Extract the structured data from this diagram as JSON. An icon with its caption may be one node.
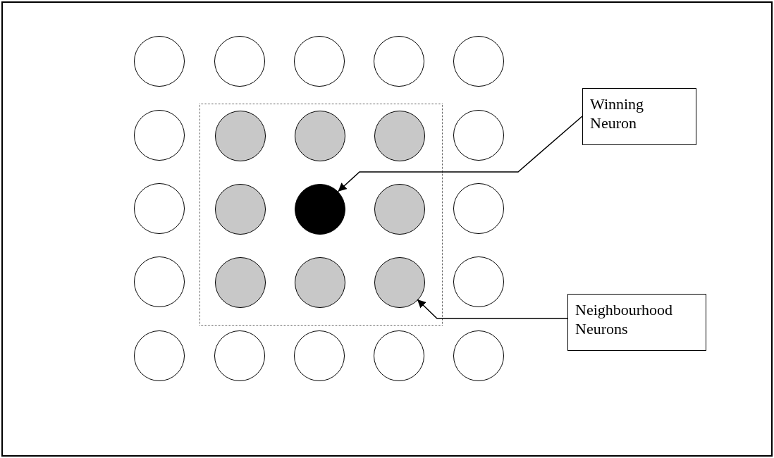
{
  "diagram": {
    "nodes": [
      {
        "text": [],
        "shape": "box"
      },
      {
        "text": [],
        "shape": "circle"
      },
      {
        "text": [],
        "shape": "circle"
      },
      {
        "text": [],
        "shape": "circle"
      },
      {
        "text": [],
        "shape": "circle"
      },
      {
        "text": [],
        "shape": "circle"
      },
      {
        "text": [],
        "shape": "circle"
      },
      {
        "text": [],
        "shape": "circle",
        "in": 0
      },
      {
        "text": [],
        "shape": "circle",
        "in": 0
      },
      {
        "text": [],
        "shape": "circle",
        "in": 0
      },
      {
        "text": [],
        "shape": "circle"
      },
      {
        "text": [],
        "shape": "circle"
      },
      {
        "text": [],
        "shape": "circle",
        "in": 0
      },
      {
        "text": [],
        "shape": "circle",
        "in": 0
      },
      {
        "text": [],
        "shape": "circle",
        "in": 0
      },
      {
        "text": [],
        "shape": "circle"
      },
      {
        "text": [],
        "shape": "circle"
      },
      {
        "text": [],
        "shape": "circle",
        "in": 0
      },
      {
        "text": [],
        "shape": "circle",
        "in": 0
      },
      {
        "text": [],
        "shape": "circle",
        "in": 0
      },
      {
        "text": [],
        "shape": "circle"
      },
      {
        "text": [],
        "shape": "circle"
      },
      {
        "text": [],
        "shape": "circle"
      },
      {
        "text": [],
        "shape": "circle"
      },
      {
        "text": [],
        "shape": "circle"
      },
      {
        "text": [],
        "shape": "circle"
      },
      {
        "text": [
          "Winning Neuron"
        ]
      },
      {
        "text": [
          "Neighbourhood Neurons"
        ]
      }
    ],
    "edges": [
      {
        "from": 26,
        "to": 13,
        "arrow": "to"
      },
      {
        "from": 27,
        "to": 19,
        "arrow": "to"
      }
    ]
  }
}
